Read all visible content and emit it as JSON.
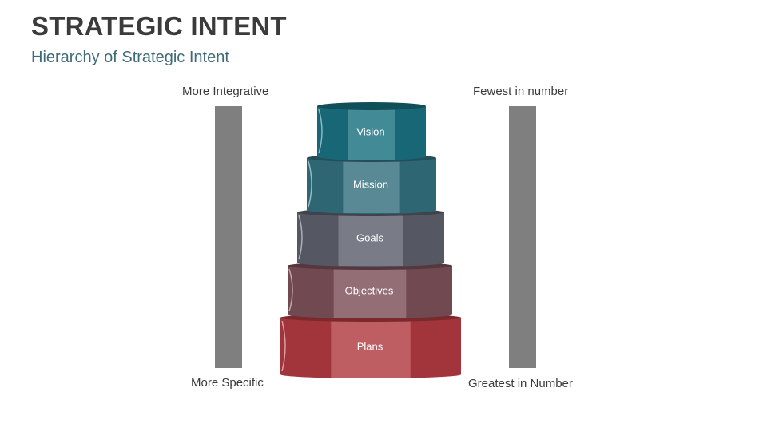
{
  "header": {
    "title": "STRATEGIC INTENT",
    "subtitle": "Hierarchy of Strategic Intent"
  },
  "left_axis": {
    "top_label": "More Integrative",
    "bottom_label": "More Specific"
  },
  "right_axis": {
    "top_label": "Fewest in number",
    "bottom_label": "Greatest in Number"
  },
  "tiers": [
    {
      "label": "Vision",
      "color": "#1a7080"
    },
    {
      "label": "Mission",
      "color": "#336f7e"
    },
    {
      "label": "Goals",
      "color": "#5c5f6b"
    },
    {
      "label": "Objectives",
      "color": "#7b4f57"
    },
    {
      "label": "Plans",
      "color": "#b03a40"
    }
  ],
  "colors": {
    "bar": "#7f7f7f",
    "title": "#3b3b3b",
    "subtitle": "#3f6b78"
  }
}
